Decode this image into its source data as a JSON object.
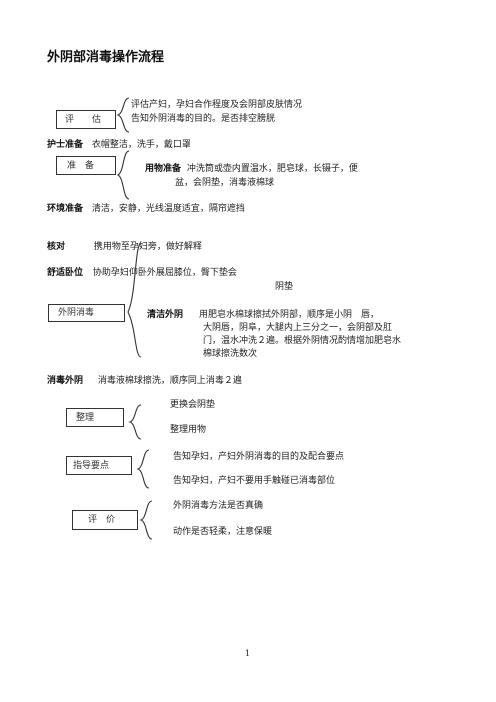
{
  "title": "外阴部消毒操作流程",
  "assess": {
    "box": "评　　估",
    "lines": [
      "评估产妇，孕妇合作程度及会阴部皮肤情况",
      "告知外阴消毒的目的。是否排空膀胱"
    ]
  },
  "nurse_prep": {
    "label": "护士准备",
    "text": "衣帽整洁，洗手，戴口罩"
  },
  "prep": {
    "box": "准　备",
    "items_label": "用物准备",
    "items_line1": "冲洗筒或壶内置温水，肥皂球，长镊子，便",
    "items_line2": "盆，会阴垫，消毒液棉球"
  },
  "env_prep": {
    "label": "环境准备",
    "text": "清洁，安静，光线温度适宜，隔帘遮挡"
  },
  "check": {
    "label": "核对",
    "text": "携用物至孕妇旁，做好解释"
  },
  "position": {
    "label": "舒适卧位",
    "text": "协助孕妇仰卧外展屈膝位，臀下垫会",
    "text2": "阴垫"
  },
  "disinfect": {
    "box": "外阴消毒",
    "clean_label": "清洁外阴",
    "clean_lines": [
      "用肥皂水棉球擦拭外阴部，顺序是小阴　唇，",
      "大阴唇，阴阜，大腿内上三分之一，会阴部及肛",
      "门，温水冲洗２遍。根据外阴情况酌情增加肥皂水",
      "棉球擦洗数次"
    ]
  },
  "sterilize": {
    "label": "消毒外阴",
    "text": "消毒液棉球擦洗，顺序同上消毒２遍"
  },
  "tidy": {
    "box": "整理",
    "lines": [
      "更换会阴垫",
      "整理用物"
    ]
  },
  "guide": {
    "box": "指导要点",
    "lines": [
      "告知孕妇，产妇外阴消毒的目的及配合要点",
      "告知孕妇，产妇不要用手触碰已消毒部位"
    ]
  },
  "evaluate": {
    "box": "评　价",
    "lines": [
      "外阴消毒方法是否真确",
      "动作是否轻柔，注意保暖"
    ]
  },
  "page_number": "1"
}
